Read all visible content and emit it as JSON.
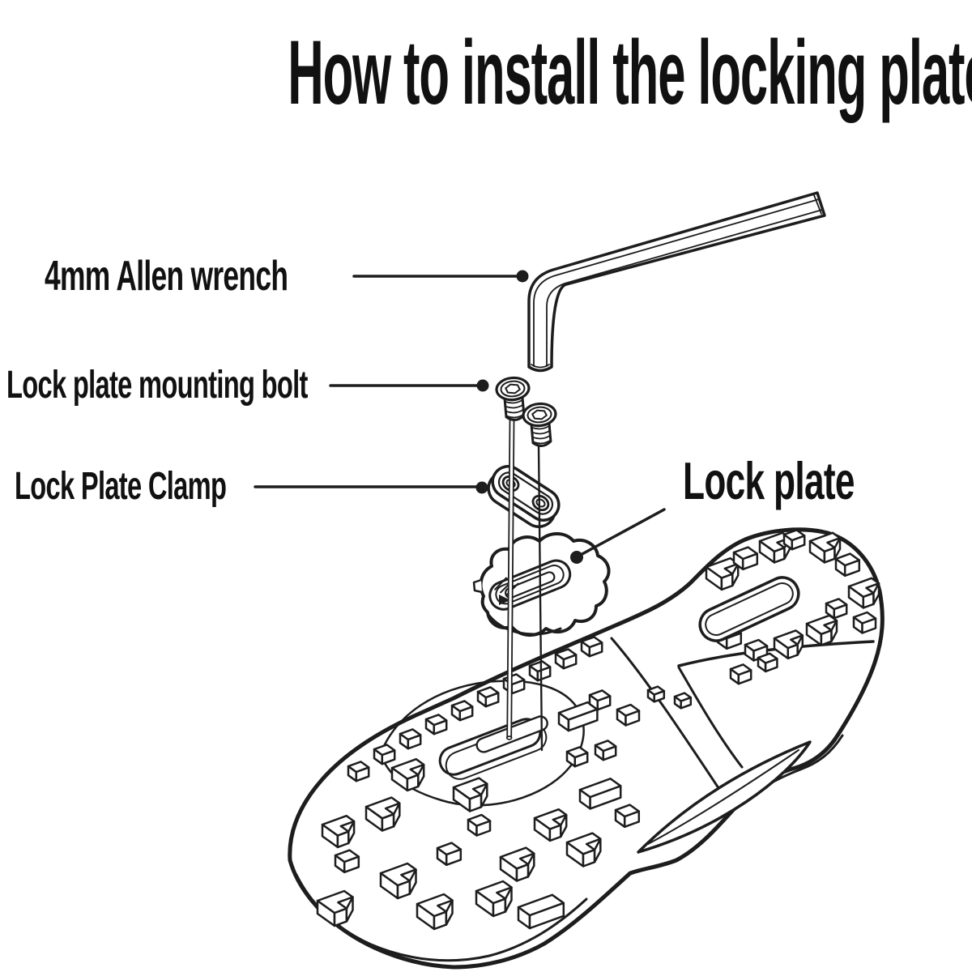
{
  "title": "How to install the locking plate",
  "diagram": {
    "labels": {
      "allen_wrench": "4mm Allen wrench",
      "mounting_bolt": "Lock plate mounting bolt",
      "clamp": "Lock Plate Clamp",
      "lock_plate": "Lock plate"
    },
    "parts": [
      {
        "name": "allen-wrench"
      },
      {
        "name": "lock-plate-mounting-bolt",
        "count": 2
      },
      {
        "name": "lock-plate-clamp"
      },
      {
        "name": "lock-plate"
      },
      {
        "name": "shoe-sole"
      }
    ],
    "colors": {
      "ink": "#1d1d1d",
      "background": "#ffffff"
    }
  }
}
